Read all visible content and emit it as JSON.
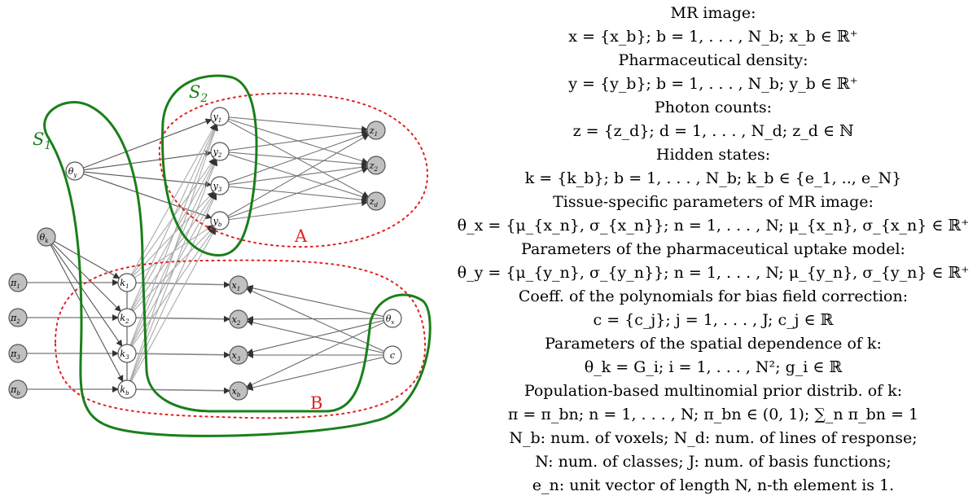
{
  "diagram": {
    "set_labels": {
      "s1": "S",
      "s1_sub": "1",
      "s2": "S",
      "s2_sub": "2"
    },
    "region_labels": {
      "a": "A",
      "b": "B"
    },
    "colors": {
      "set_boundary": "#1a7f1a",
      "region_boundary": "#e02020",
      "observed_node": "#c0c0c0",
      "hidden_node": "#ffffff",
      "region_label": "#e02020"
    },
    "nodes": {
      "theta_y": {
        "sym": "θ",
        "sub": "y"
      },
      "theta_k": {
        "sym": "θ",
        "sub": "k"
      },
      "theta_x": {
        "sym": "θ",
        "sub": "x"
      },
      "c": {
        "sym": "c",
        "sub": ""
      },
      "y": [
        {
          "sym": "y",
          "sub": "1"
        },
        {
          "sym": "y",
          "sub": "2"
        },
        {
          "sym": "y",
          "sub": "3"
        },
        {
          "sym": "y",
          "sub": "b"
        }
      ],
      "z": [
        {
          "sym": "z",
          "sub": "1"
        },
        {
          "sym": "z",
          "sub": "2"
        },
        {
          "sym": "z",
          "sub": "d"
        }
      ],
      "k": [
        {
          "sym": "k",
          "sub": "1"
        },
        {
          "sym": "k",
          "sub": "2"
        },
        {
          "sym": "k",
          "sub": "3"
        },
        {
          "sym": "k",
          "sub": "b"
        }
      ],
      "x": [
        {
          "sym": "x",
          "sub": "1"
        },
        {
          "sym": "x",
          "sub": "2"
        },
        {
          "sym": "x",
          "sub": "3"
        },
        {
          "sym": "x",
          "sub": "b"
        }
      ],
      "pi": [
        {
          "sym": "π",
          "sub": "1"
        },
        {
          "sym": "π",
          "sub": "2"
        },
        {
          "sym": "π",
          "sub": "3"
        },
        {
          "sym": "π",
          "sub": "b"
        }
      ]
    }
  },
  "definitions": [
    "MR image:",
    "x = {x_b};   b = 1, . . . , N_b;   x_b ∈ ℝ⁺",
    "Pharmaceutical density:",
    "y = {y_b};   b = 1, . . . , N_b;   y_b ∈ ℝ⁺",
    "Photon counts:",
    "z = {z_d};   d = 1, . . . , N_d;   z_d ∈ ℕ",
    "Hidden states:",
    "k = {k_b};   b = 1, . . . , N_b;   k_b ∈ {e_1, .., e_N}",
    "Tissue-specific parameters of MR image:",
    "θ_x = {μ_{x_n}, σ_{x_n}};  n = 1, . . . , N;  μ_{x_n}, σ_{x_n} ∈ ℝ⁺",
    "Parameters of the pharmaceutical uptake model:",
    "θ_y = {μ_{y_n}, σ_{y_n}};  n = 1, . . . , N;  μ_{y_n}, σ_{y_n} ∈ ℝ⁺",
    "Coeff. of the polynomials for bias field correction:",
    "c = {c_j};   j = 1, . . . , J;   c_j ∈ ℝ",
    "Parameters of the spatial dependence of k:",
    "θ_k = G_i;   i = 1, . . . , N²;   g_i ∈ ℝ",
    "Population-based multinomial prior distrib. of k:",
    "π = π_bn;  n = 1, . . . , N;  π_bn ∈ (0, 1);  ∑_n π_bn = 1",
    "N_b: num. of voxels;     N_d: num. of lines of response;",
    "N: num. of classes;     J: num. of basis functions;",
    "e_n: unit vector of length N, n-th element is 1."
  ]
}
